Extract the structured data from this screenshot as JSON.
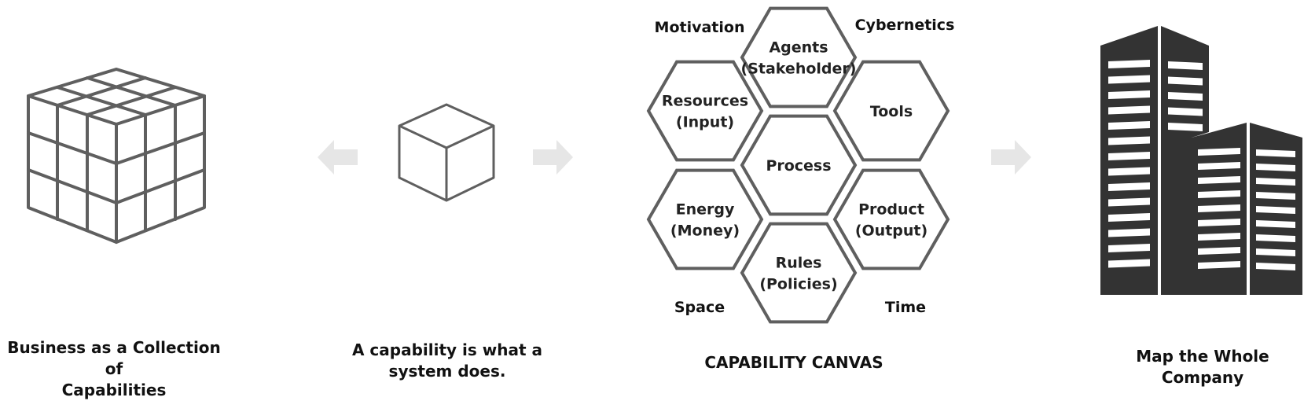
{
  "captions": {
    "business": "Business as a Collection of\nCapabilities",
    "capability": "A capability is what a\nsystem does.",
    "canvas": "CAPABILITY CANVAS",
    "company": "Map the Whole\nCompany"
  },
  "hexagons": {
    "agents": [
      "Agents",
      "(Stakeholder)"
    ],
    "resources": [
      "Resources",
      "(Input)"
    ],
    "tools": [
      "Tools"
    ],
    "process": [
      "Process"
    ],
    "energy": [
      "Energy",
      "(Money)"
    ],
    "product": [
      "Product",
      "(Output)"
    ],
    "rules": [
      "Rules",
      "(Policies)"
    ]
  },
  "corners": {
    "motivation": "Motivation",
    "cybernetics": "Cybernetics",
    "space": "Space",
    "time": "Time"
  },
  "icons": {
    "left": "cube-grid-icon",
    "middle": "cube-icon",
    "right": "buildings-icon",
    "arrows": "arrow-icon"
  },
  "colors": {
    "outline": "#5f5f5f",
    "arrow": "#e6e6e6",
    "building": "#333333"
  }
}
